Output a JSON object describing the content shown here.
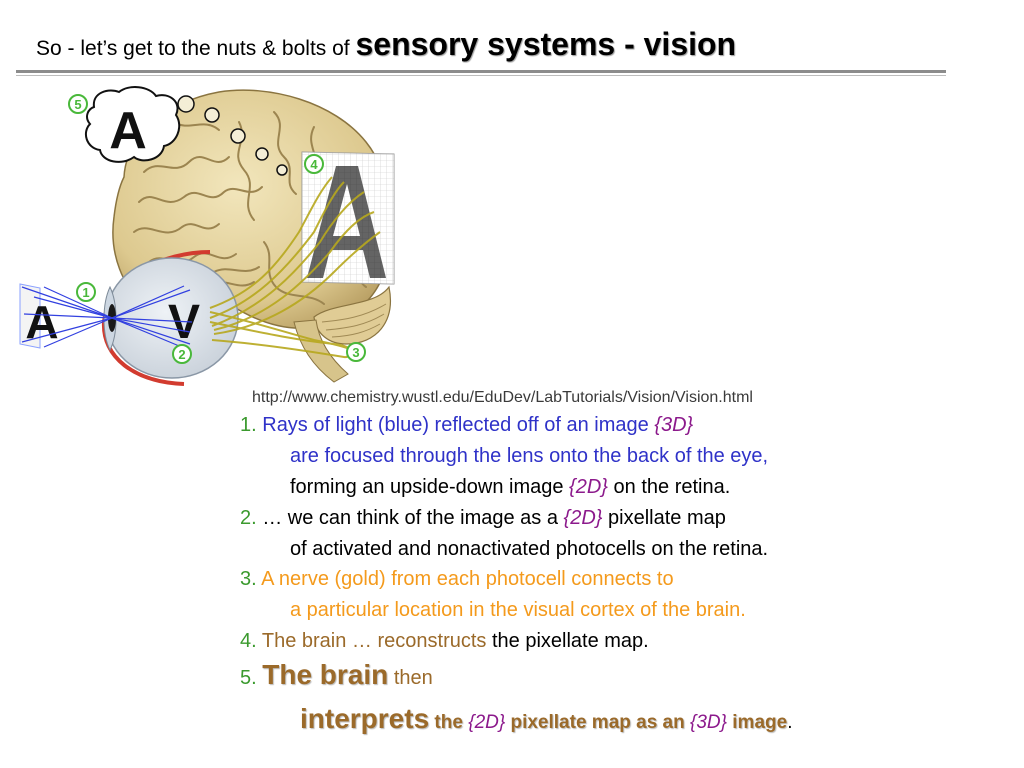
{
  "title": {
    "lead": "So - let’s get to the nuts & bolts of ",
    "emphasis": "sensory systems - vision"
  },
  "figure": {
    "markers": [
      "1",
      "2",
      "3",
      "4",
      "5"
    ],
    "letter": "A",
    "retina_letter": "V"
  },
  "source_url": "http://www.chemistry.wustl.edu/EduDev/LabTutorials/Vision/Vision.html",
  "steps": {
    "s1": {
      "num": "1.",
      "a": " Rays of light (blue) reflected off of an image ",
      "a_tag": "{3D}",
      "b": "are focused through the lens onto the back of the eye,",
      "c": "forming an upside-down image ",
      "c_tag": "{2D}",
      "c_end": " on the retina."
    },
    "s2": {
      "num": "2.",
      "a": " … we can think of the image as a ",
      "a_tag": "{2D}",
      "a_end": " pixellate map",
      "b": "of activated and nonactivated photocells on the retina."
    },
    "s3": {
      "num": "3.",
      "a": " A nerve (gold) from each photocell connects to",
      "b": " a particular location in the visual cortex of the brain."
    },
    "s4": {
      "num": "4.",
      "a": " The brain … reconstructs",
      "a_end": " the pixellate map."
    },
    "s5": {
      "num": "5.",
      "brain": "The brain",
      "then": " then",
      "interprets": "interprets",
      "the": " the ",
      "tag2d": "{2D}",
      "map": " pixellate map as an ",
      "tag3d": "{3D}",
      "image": " image",
      "period": "."
    }
  },
  "colors": {
    "number_green": "#3b9a2e",
    "ray_blue": "#2f32c8",
    "nerve_gold": "#f49a1c",
    "brain_brown": "#9b6a2a",
    "tag_purple": "#8c1a8c",
    "rule_gray": "#8c8c8c"
  }
}
